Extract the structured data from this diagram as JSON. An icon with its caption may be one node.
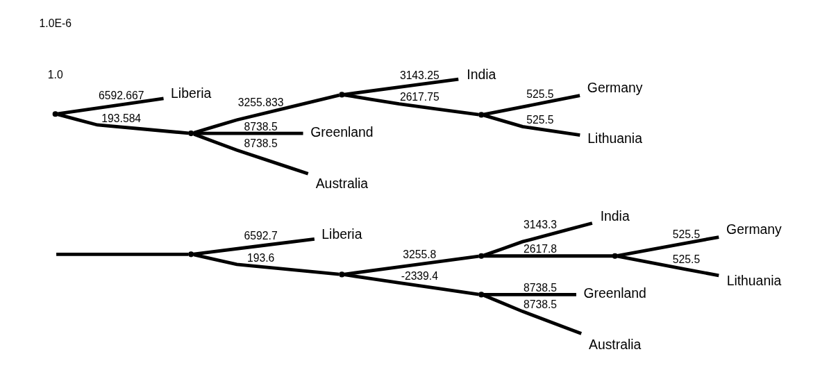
{
  "diagram": {
    "nodes": [
      {
        "text": [],
        "shape": "point"
      },
      {
        "text": [
          "Liberia"
        ]
      },
      {
        "text": [],
        "shape": "point"
      },
      {
        "text": [],
        "shape": "point"
      },
      {
        "text": [
          "India"
        ]
      },
      {
        "text": [],
        "shape": "point"
      },
      {
        "text": [
          "Germany"
        ]
      },
      {
        "text": [
          "Lithuania"
        ]
      },
      {
        "text": [],
        "shape": "point"
      },
      {
        "text": [
          "Greenland"
        ]
      },
      {
        "text": [
          "Australia"
        ]
      },
      {
        "text": [],
        "shape": "point"
      },
      {
        "text": [
          "Liberia"
        ]
      },
      {
        "text": [],
        "shape": "point"
      },
      {
        "text": [],
        "shape": "point"
      },
      {
        "text": [
          "India"
        ]
      },
      {
        "text": [],
        "shape": "point"
      },
      {
        "text": [
          "Germany"
        ]
      },
      {
        "text": [
          "Lithuania"
        ]
      },
      {
        "text": [
          "Greenland"
        ]
      },
      {
        "text": [
          "Australia"
        ]
      }
    ],
    "edges": [
      {
        "from": null,
        "to": 0,
        "arrow": "none"
      },
      {
        "from": 0,
        "to": 1,
        "arrow": "none",
        "label": "6592.7"
      },
      {
        "from": 0,
        "to": 2,
        "arrow": "none",
        "label": "193.6"
      },
      {
        "from": 2,
        "to": 3,
        "arrow": "none",
        "label": "3255.8"
      },
      {
        "from": 3,
        "to": 4,
        "arrow": "none",
        "label": "3143.3"
      },
      {
        "from": 3,
        "to": 5,
        "arrow": "none",
        "label": "2617.8"
      },
      {
        "from": 5,
        "to": 6,
        "arrow": "none",
        "label": "525.5"
      },
      {
        "from": 5,
        "to": 7,
        "arrow": "none",
        "label": "525.5"
      },
      {
        "from": 2,
        "to": 8,
        "arrow": "none",
        "label": "-2339.4"
      },
      {
        "from": 8,
        "to": 9,
        "arrow": "none",
        "label": "8738.5"
      },
      {
        "from": 8,
        "to": 10,
        "arrow": "none",
        "label": "8738.5"
      },
      {
        "from": 11,
        "to": 12,
        "arrow": "none",
        "label": "6592.667"
      },
      {
        "from": 11,
        "to": 13,
        "arrow": "none",
        "label": "193.584"
      },
      {
        "from": 13,
        "to": 14,
        "arrow": "none",
        "label": "3255.833"
      },
      {
        "from": 14,
        "to": 15,
        "arrow": "none",
        "label": "3143.25"
      },
      {
        "from": 14,
        "to": 16,
        "arrow": "none",
        "label": "2617.75"
      },
      {
        "from": 16,
        "to": 17,
        "arrow": "none",
        "label": "525.5"
      },
      {
        "from": 16,
        "to": 18,
        "arrow": "none",
        "label": "525.5"
      },
      {
        "from": 13,
        "to": 19,
        "arrow": "none",
        "label": "8738.5"
      },
      {
        "from": 13,
        "to": 20,
        "arrow": "none",
        "label": "8738.5"
      }
    ],
    "labels": [
      "1.0",
      "1.0E-6"
    ]
  }
}
